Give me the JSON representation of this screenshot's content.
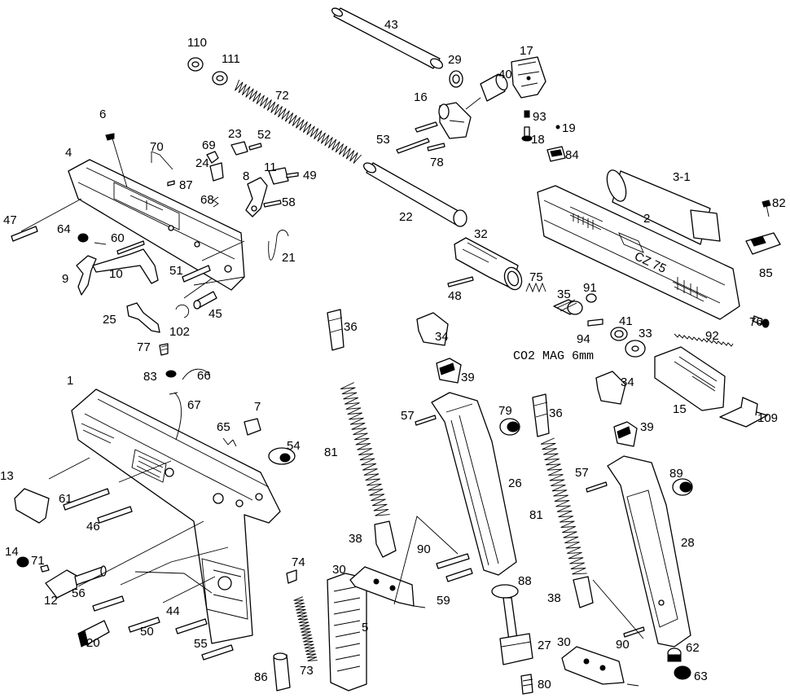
{
  "caption": "CO2 MAG 6mm",
  "labels": [
    "1",
    "2",
    "3-1",
    "4",
    "5",
    "6",
    "7",
    "8",
    "9",
    "10",
    "11",
    "12",
    "13",
    "14",
    "15",
    "16",
    "17",
    "18",
    "19",
    "20",
    "21",
    "22",
    "23",
    "24",
    "25",
    "26",
    "27",
    "28",
    "29",
    "30",
    "30",
    "32",
    "33",
    "34",
    "34",
    "35",
    "36",
    "36",
    "38",
    "38",
    "39",
    "39",
    "40",
    "41",
    "43",
    "44",
    "45",
    "46",
    "47",
    "48",
    "49",
    "50",
    "51",
    "52",
    "53",
    "54",
    "55",
    "56",
    "57",
    "57",
    "58",
    "59",
    "60",
    "61",
    "62",
    "63",
    "64",
    "65",
    "66",
    "67",
    "68",
    "69",
    "70",
    "71",
    "72",
    "73",
    "74",
    "75",
    "76",
    "77",
    "78",
    "79",
    "80",
    "81",
    "81",
    "82",
    "83",
    "84",
    "85",
    "86",
    "87",
    "88",
    "89",
    "90",
    "90",
    "91",
    "92",
    "93",
    "94",
    "102",
    "109",
    "110",
    "111"
  ]
}
